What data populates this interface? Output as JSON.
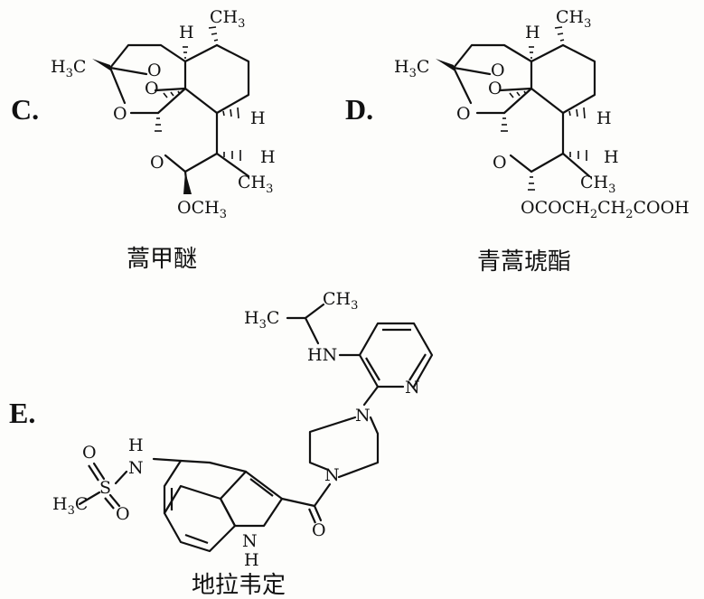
{
  "options": [
    {
      "label": "C.",
      "name": "蒿甲醚"
    },
    {
      "label": "D.",
      "name": "青蒿琥酯"
    },
    {
      "label": "E.",
      "name": "地拉韦定"
    }
  ],
  "atoms": {
    "h": "H",
    "ch3": "CH",
    "three": "3",
    "h3c_h": "H",
    "h3c_c": "C",
    "o": "O",
    "och3": "OCH",
    "ester": "OCOCH",
    "ester_mid": "CH",
    "ester_end": "COOH",
    "two": "2",
    "hn": "HN",
    "n": "N",
    "nh_n": "N",
    "nh_h": "H",
    "s": "S"
  }
}
